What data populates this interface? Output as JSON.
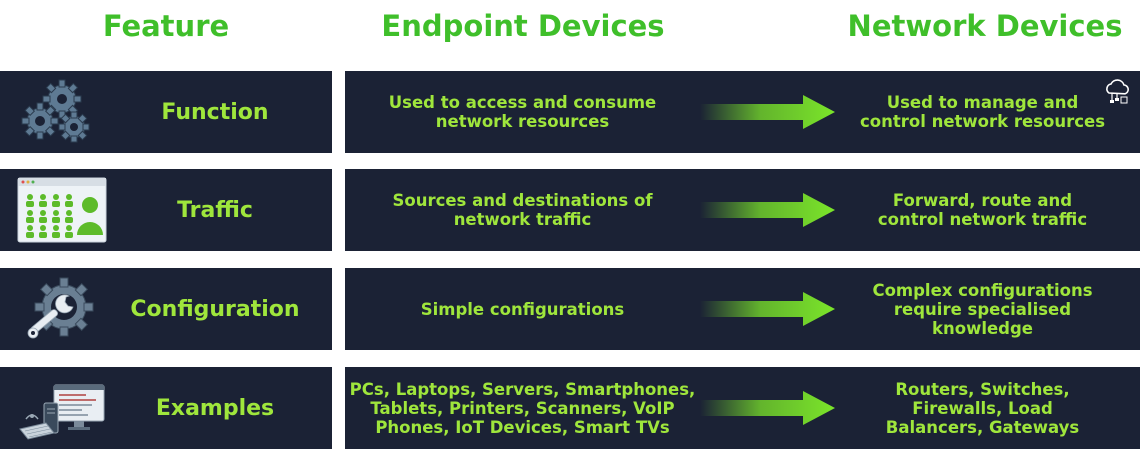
{
  "headers": {
    "feature": "Feature",
    "endpoint": "Endpoint Devices",
    "network": "Network Devices"
  },
  "rows": [
    {
      "feature": "Function",
      "icon": "gears-icon",
      "endpoint": "Used to access and consume\nnetwork resources",
      "network": "Used to manage and\ncontrol network resources"
    },
    {
      "feature": "Traffic",
      "icon": "traffic-users-screen-icon",
      "endpoint": "Sources and destinations of\nnetwork traffic",
      "network": "Forward, route and\ncontrol network traffic"
    },
    {
      "feature": "Configuration",
      "icon": "wrench-gear-icon",
      "endpoint": "Simple configurations",
      "network": "Complex configurations\nrequire specialised\nknowledge"
    },
    {
      "feature": "Examples",
      "icon": "computer-devices-icon",
      "endpoint": "PCs, Laptops, Servers, Smartphones,\nTablets, Printers, Scanners, VoIP\nPhones, IoT Devices, Smart TVs",
      "network": "Routers, Switches,\nFirewalls, Load\nBalancers, Gateways"
    }
  ],
  "colors": {
    "header_green": "#3fbf2a",
    "text_green": "#9fe63c",
    "row_background": "#1b2235",
    "arrow_green": "#7be52a"
  }
}
